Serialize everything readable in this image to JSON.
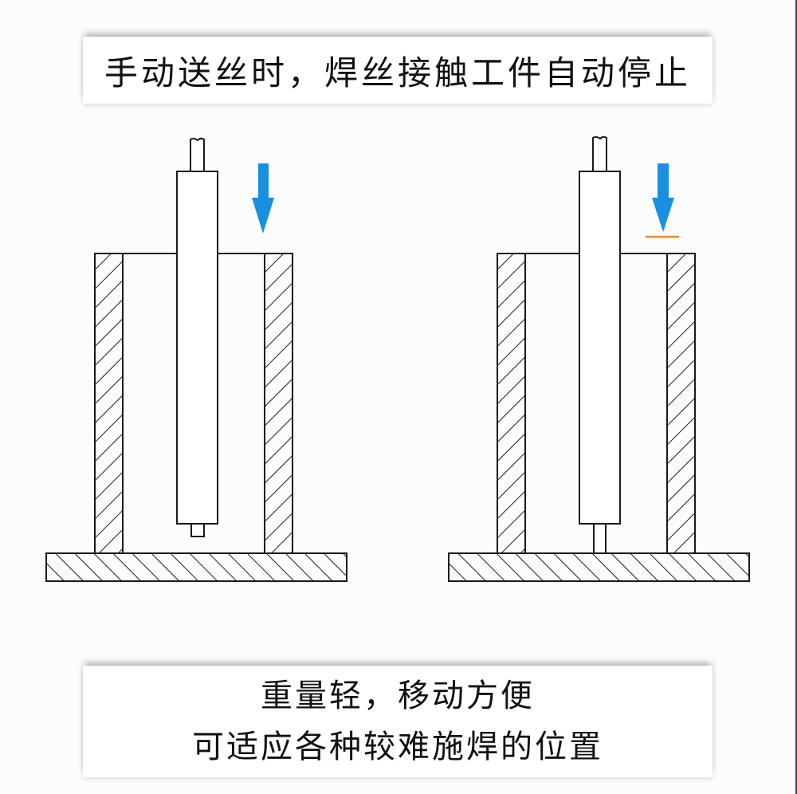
{
  "header": {
    "title": "手动送丝时，焊丝接触工件自动停止"
  },
  "diagrams": [
    {
      "id": "before-contact",
      "description": "Wire being fed downward, not yet touching workpiece",
      "arrow_color": "#1a8fe0",
      "stop_marker": false
    },
    {
      "id": "after-contact",
      "description": "Wire touches workpiece base and feeding stops",
      "arrow_color": "#1a8fe0",
      "stop_marker": true,
      "stop_marker_color": "#f08a24"
    }
  ],
  "footer": {
    "line1": "重量轻，移动方便",
    "line2": "可适应各种较难施焊的位置"
  },
  "colors": {
    "arrow": "#1a8fe0",
    "stop_line": "#f08a24",
    "outline": "#1a1a1a"
  }
}
